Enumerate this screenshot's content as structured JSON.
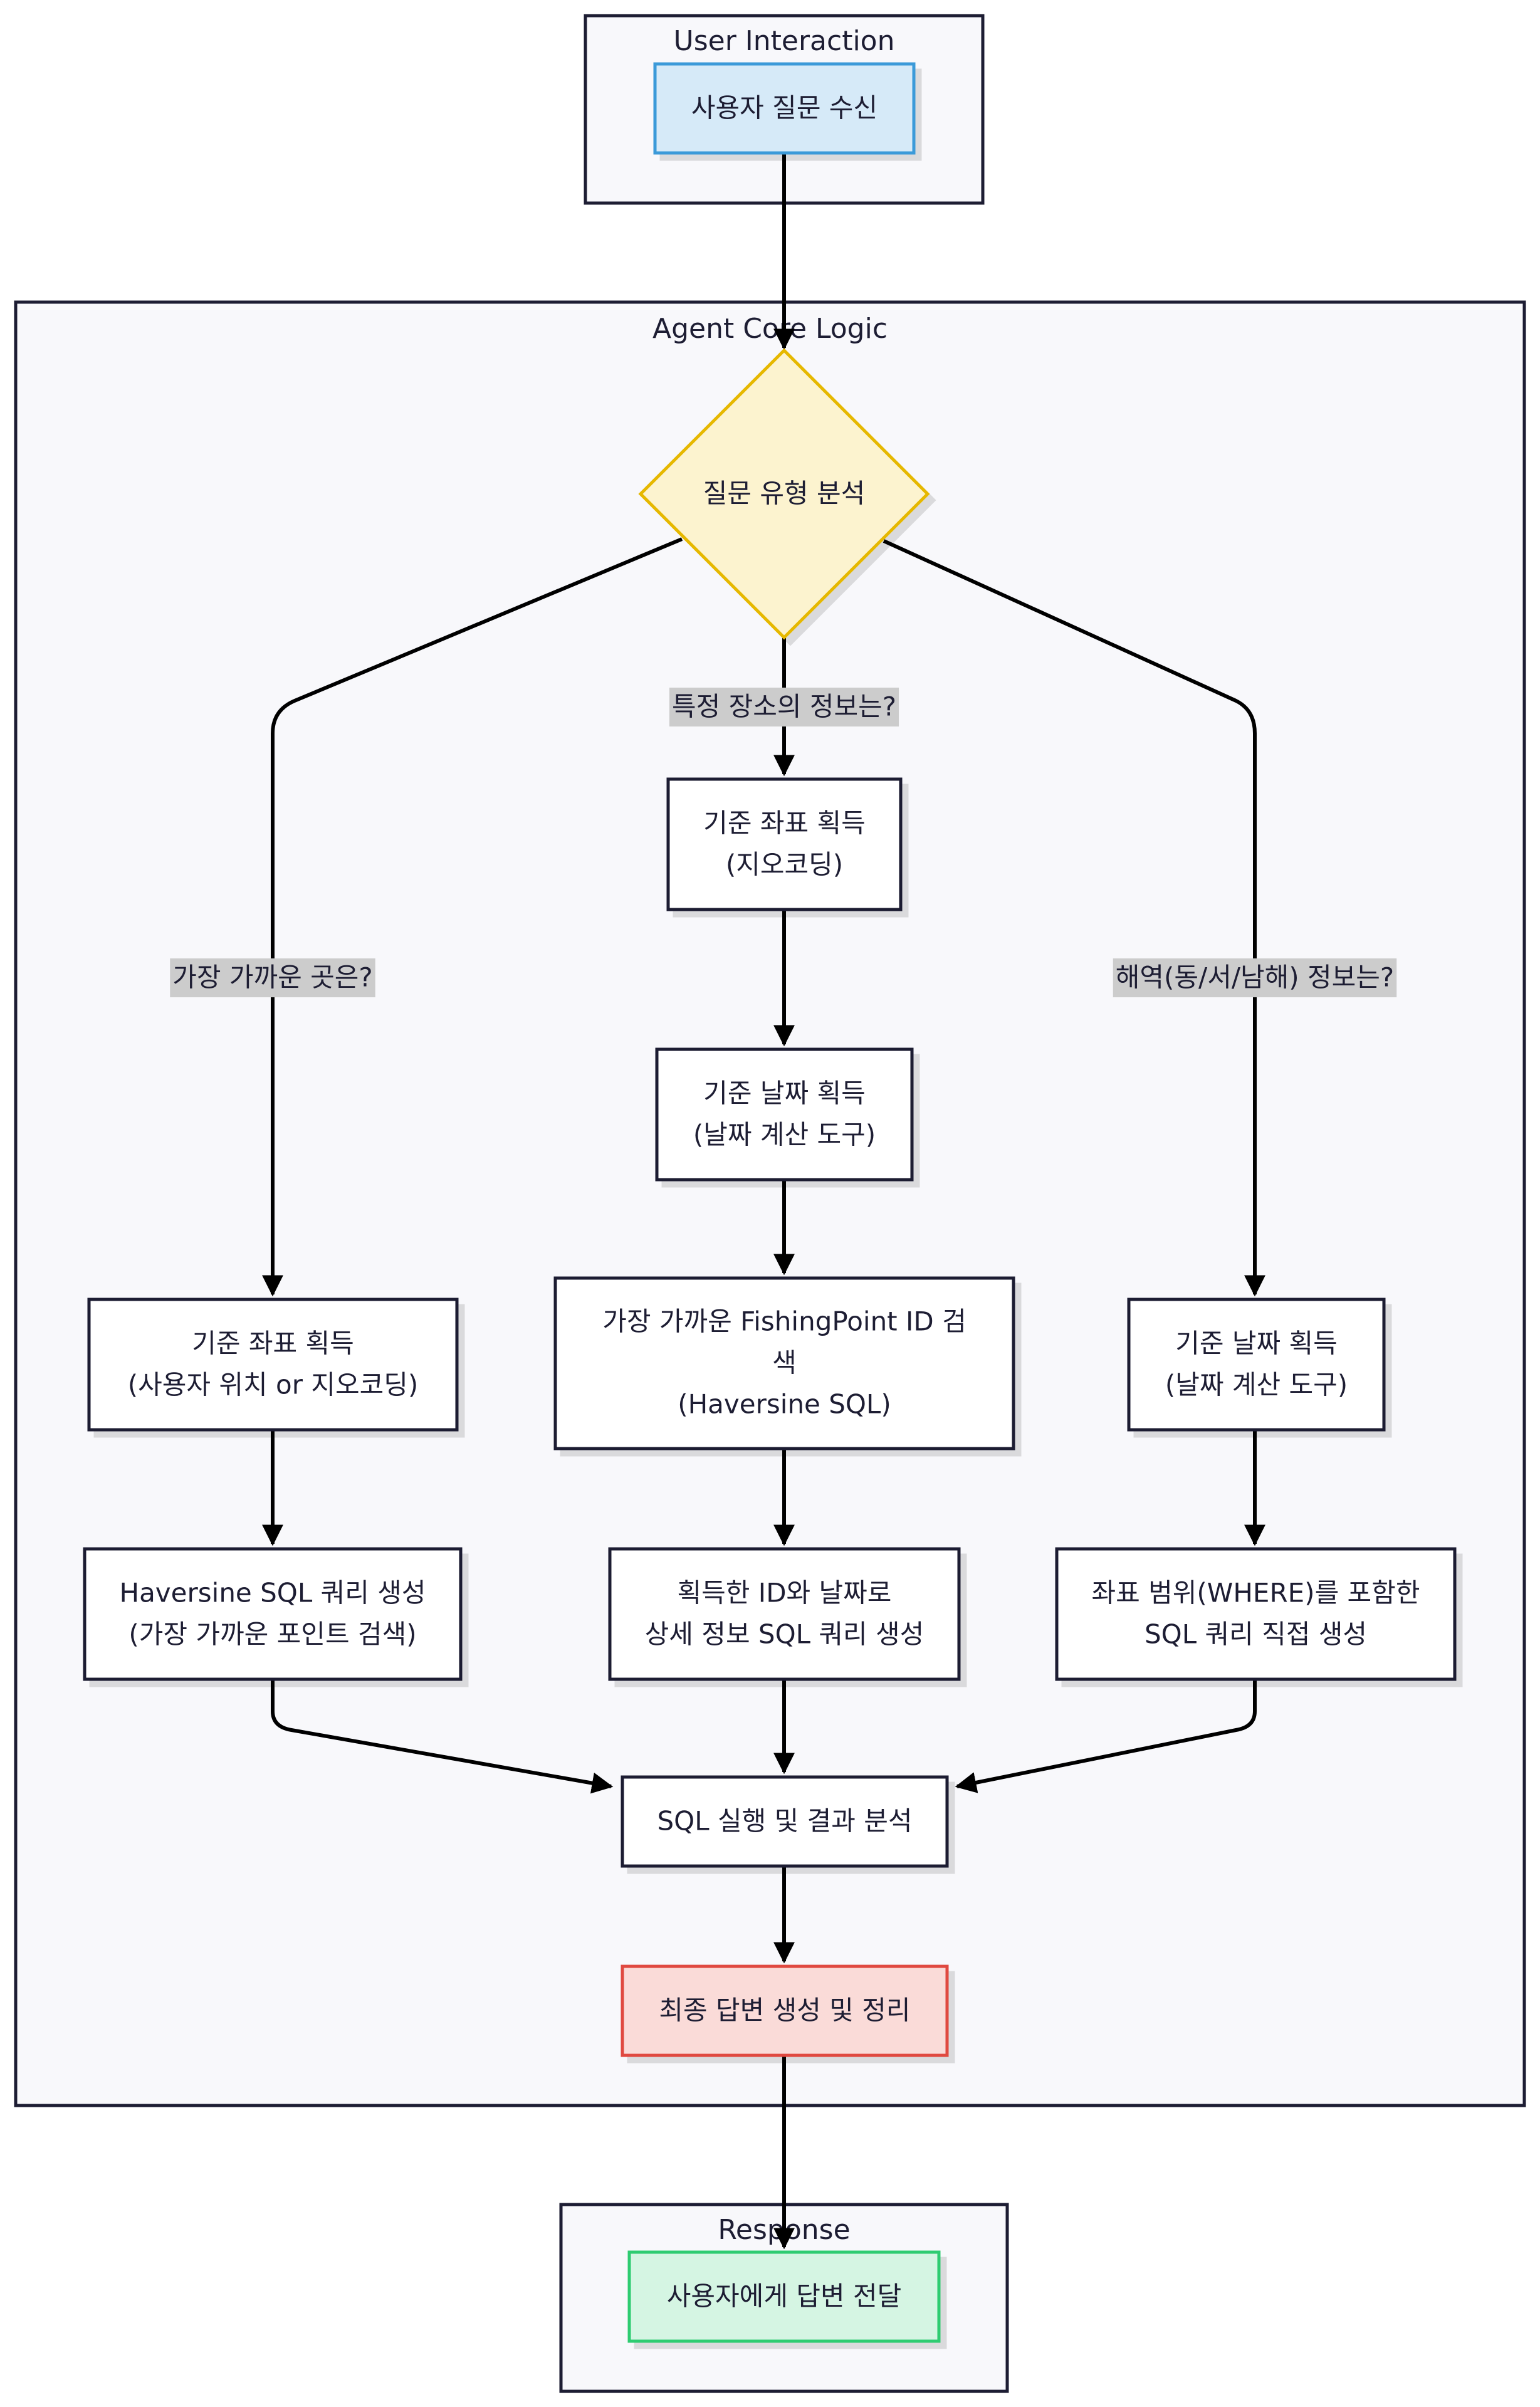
{
  "clusters": {
    "user": {
      "title": "User Interaction"
    },
    "core": {
      "title": "Agent Core Logic"
    },
    "response": {
      "title": "Response"
    }
  },
  "nodes": {
    "receive": {
      "lines": [
        "사용자 질문 수신"
      ]
    },
    "analyze": {
      "lines": [
        "질문 유형 분석"
      ]
    },
    "mid_coord": {
      "lines": [
        "기준 좌표 획득",
        "(지오코딩)"
      ]
    },
    "mid_date": {
      "lines": [
        "기준 날짜 획득",
        "(날짜 계산 도구)"
      ]
    },
    "mid_search": {
      "lines": [
        "가장 가까운 FishingPoint ID 검",
        "색",
        "(Haversine SQL)"
      ]
    },
    "mid_sql": {
      "lines": [
        "획득한 ID와 날짜로",
        "상세 정보 SQL 쿼리 생성"
      ]
    },
    "left_coord": {
      "lines": [
        "기준 좌표 획득",
        "(사용자 위치 or 지오코딩)"
      ]
    },
    "left_sql": {
      "lines": [
        "Haversine SQL 쿼리 생성",
        "(가장 가까운 포인트 검색)"
      ]
    },
    "right_date": {
      "lines": [
        "기준 날짜 획득",
        "(날짜 계산 도구)"
      ]
    },
    "right_sql": {
      "lines": [
        "좌표 범위(WHERE)를 포함한",
        "SQL 쿼리 직접 생성"
      ]
    },
    "execute": {
      "lines": [
        "SQL 실행 및 결과 분석"
      ]
    },
    "final": {
      "lines": [
        "최종 답변 생성 및 정리"
      ]
    },
    "deliver": {
      "lines": [
        "사용자에게 답변 전달"
      ]
    }
  },
  "edge_labels": {
    "nearest": "가장 가까운 곳은?",
    "specific": "특정 장소의 정보는?",
    "sea": "해역(동/서/남해) 정보는?"
  },
  "colors": {
    "cluster_fill": "#f8f8fb",
    "cluster_stroke": "#1d1d33",
    "node_fill": "#ffffff",
    "node_stroke": "#1d1d33",
    "receive_fill": "#d6eaf8",
    "receive_stroke": "#3a9ad9",
    "decision_fill": "#fcf3cf",
    "decision_stroke": "#e6b800",
    "final_fill": "#fadbd8",
    "final_stroke": "#e04a3f",
    "deliver_fill": "#d5f5e3",
    "deliver_stroke": "#2ecc71",
    "edge": "#000000",
    "edge_label_bg": "#cccccc",
    "text": "#1d1d33"
  }
}
